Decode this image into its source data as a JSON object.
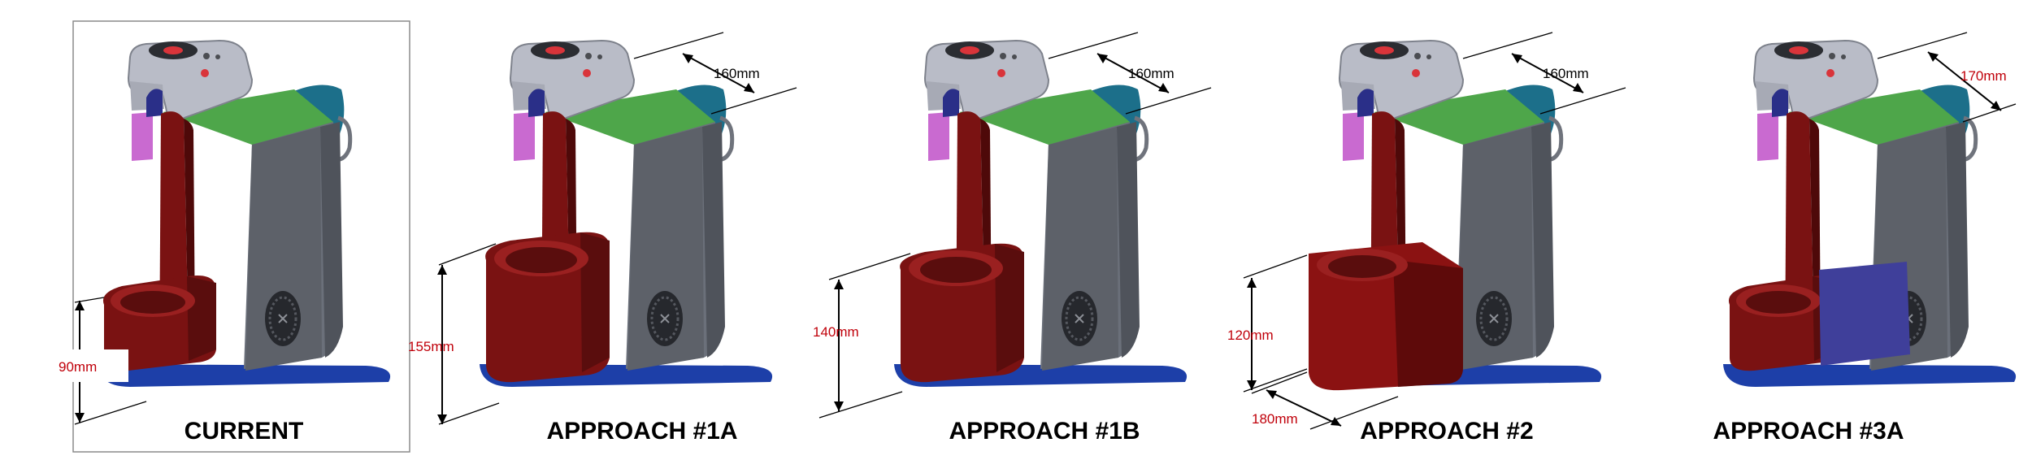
{
  "panels": [
    {
      "id": "current",
      "caption": "CURRENT",
      "bowl": "cup-small",
      "dims": [
        {
          "label": "90mm",
          "color": "red"
        }
      ]
    },
    {
      "id": "approach-1a",
      "caption": "APPROACH #1A",
      "bowl": "cup-tall",
      "dims": [
        {
          "label": "160mm",
          "color": "black"
        },
        {
          "label": "155mm",
          "color": "red"
        }
      ]
    },
    {
      "id": "approach-1b",
      "caption": "APPROACH #1B",
      "bowl": "cup-medium",
      "dims": [
        {
          "label": "160mm",
          "color": "black"
        },
        {
          "label": "140mm",
          "color": "red"
        }
      ]
    },
    {
      "id": "approach-2",
      "caption": "APPROACH #2",
      "bowl": "box",
      "dims": [
        {
          "label": "160mm",
          "color": "black"
        },
        {
          "label": "120mm",
          "color": "red"
        },
        {
          "label": "180mm",
          "color": "red"
        }
      ]
    },
    {
      "id": "approach-3a",
      "caption": "APPROACH #3A",
      "bowl": "cup-small",
      "dims": [
        {
          "label": "170mm",
          "color": "red"
        }
      ]
    }
  ],
  "colors": {
    "red_body": "#7a1212",
    "red_dark": "#4e0909",
    "red_light": "#9a2020",
    "green_top": "#4ea64a",
    "grey_side": "#5d6169",
    "grey_dark": "#3e4148",
    "teal_cap": "#1c6f8a",
    "blue_base": "#1d3fa8",
    "lid_silver": "#b9bcc7",
    "pink_tab": "#c96ad0",
    "panel_blue": "#3f3f9a",
    "dim_red": "#c0000a"
  }
}
